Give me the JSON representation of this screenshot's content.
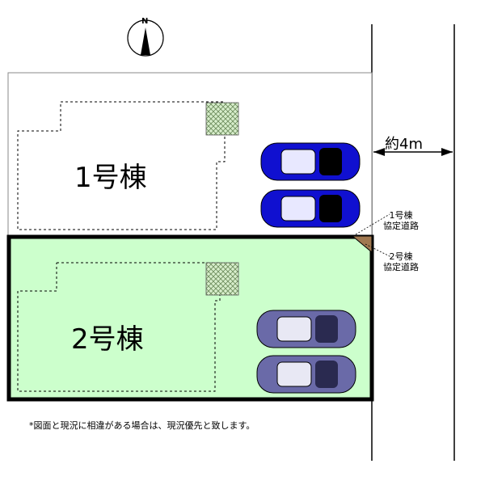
{
  "compass": {
    "label": "N"
  },
  "buildings": [
    {
      "label": "1号棟"
    },
    {
      "label": "2号棟"
    }
  ],
  "road": {
    "width_label": "約4m"
  },
  "agreement_roads": [
    {
      "line1": "1号棟",
      "line2": "協定道路"
    },
    {
      "line1": "2号棟",
      "line2": "協定道路"
    }
  ],
  "note": "*図面と現況に相違がある場合は、現況優先と致します。",
  "colors": {
    "lot2_fill": "#ccffcc",
    "car_blue": "#1010d0",
    "car_purple": "#6a6aa8",
    "hatch": "#c8e8b0",
    "agreement_road": "#a07850"
  }
}
